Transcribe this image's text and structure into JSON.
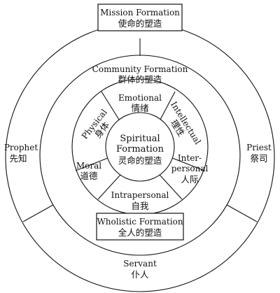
{
  "mission": {
    "en": "Mission Formation",
    "zh": "使命的塑造"
  },
  "community": {
    "en": "Community Formation",
    "zh": "群体的塑造"
  },
  "spiritual": {
    "en1": "Spiritual",
    "en2": "Formation",
    "zh": "灵命的塑造"
  },
  "emotional": {
    "en": "Emotional",
    "zh": "情绪"
  },
  "physical": {
    "en": "Physical",
    "zh": "身体"
  },
  "intellectual": {
    "en": "Intellectual",
    "zh": "理性"
  },
  "moral": {
    "en": "Moral",
    "zh": "道德"
  },
  "interpersonal": {
    "en1": "Inter-",
    "en2": "personal",
    "zh": "人际"
  },
  "intrapersonal": {
    "en": "Intrapersonal",
    "zh": "自我"
  },
  "wholistic": {
    "en": "Wholistic Formation",
    "zh": "全人的塑造"
  },
  "prophet": {
    "en": "Prophet",
    "zh": "先知"
  },
  "priest": {
    "en": "Priest",
    "zh": "祭司"
  },
  "servant": {
    "en": "Servant",
    "zh": "仆人"
  }
}
